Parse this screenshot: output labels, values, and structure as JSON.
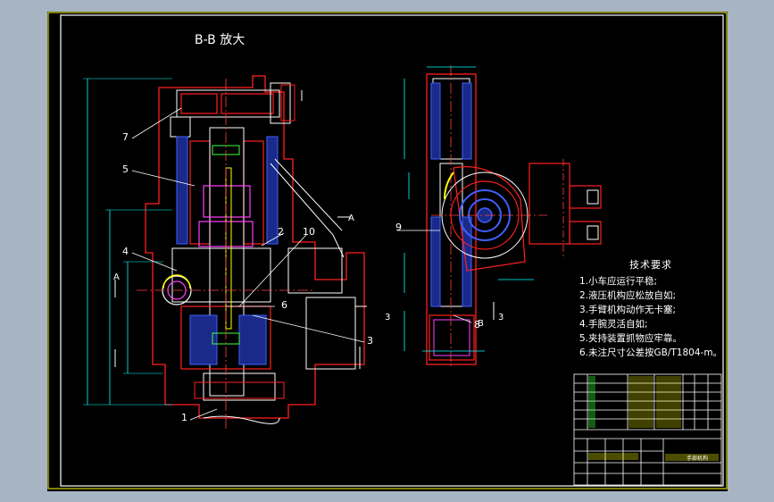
{
  "drawing": {
    "view_title": "B-B 放大",
    "tech_requirements": {
      "title": "技术要求",
      "items": [
        "1.小车应运行平稳;",
        "2.液压机构应松放自如;",
        "3.手臂机构动作无卡塞;",
        "4.手腕灵活自如;",
        "5.夹持装置抓物应牢靠。",
        "6.未注尺寸公差按GB/T1804-m。"
      ]
    },
    "callouts": [
      "7",
      "5",
      "4",
      "6",
      "1",
      "2",
      "10",
      "3",
      "9",
      "8"
    ],
    "section_marks": [
      "A",
      "A",
      "B",
      "3",
      "3"
    ],
    "title_block": {
      "drawing_name": "手部机构"
    }
  },
  "colors": {
    "background": "#000000",
    "frame": "#ffff00",
    "outline_red": "#ff2020",
    "centerline": "#ff4040",
    "hatch_blue": "#4060ff",
    "dimension_cyan": "#00ffff",
    "part_white": "#ffffff",
    "part_magenta": "#ff40ff",
    "part_green": "#40ff40"
  }
}
